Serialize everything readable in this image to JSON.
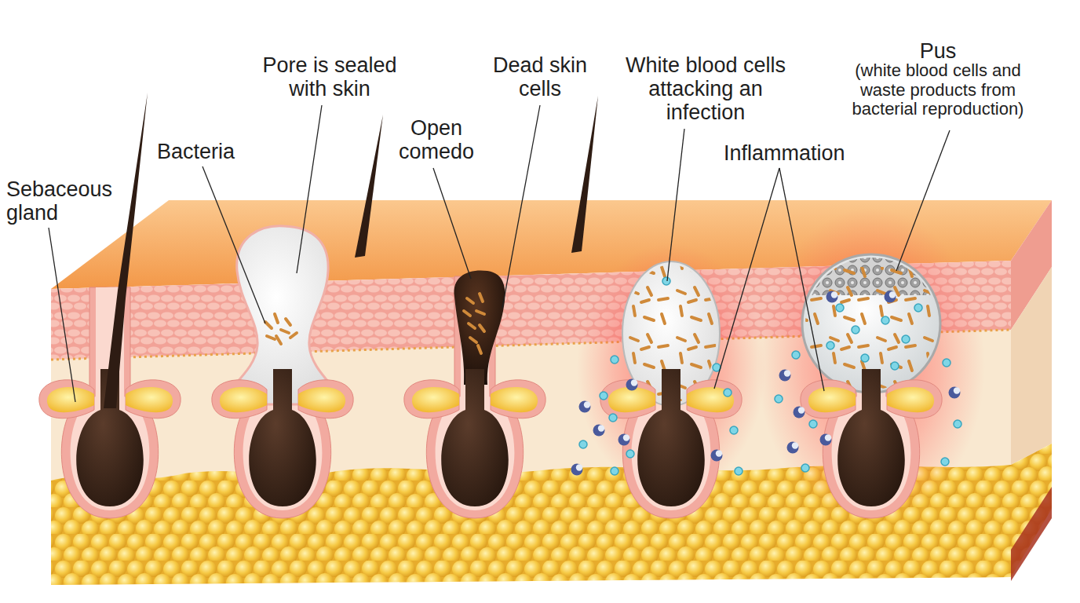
{
  "diagram": {
    "labels": [
      "Sebaceous gland",
      "Bacteria",
      "Pore is sealed with skin",
      "Open comedo",
      "Dead skin cells",
      "White blood cells attacking an infection",
      "Inflammation",
      "Pus",
      "(white blood cells and waste products from bacterial reproduction)"
    ]
  }
}
